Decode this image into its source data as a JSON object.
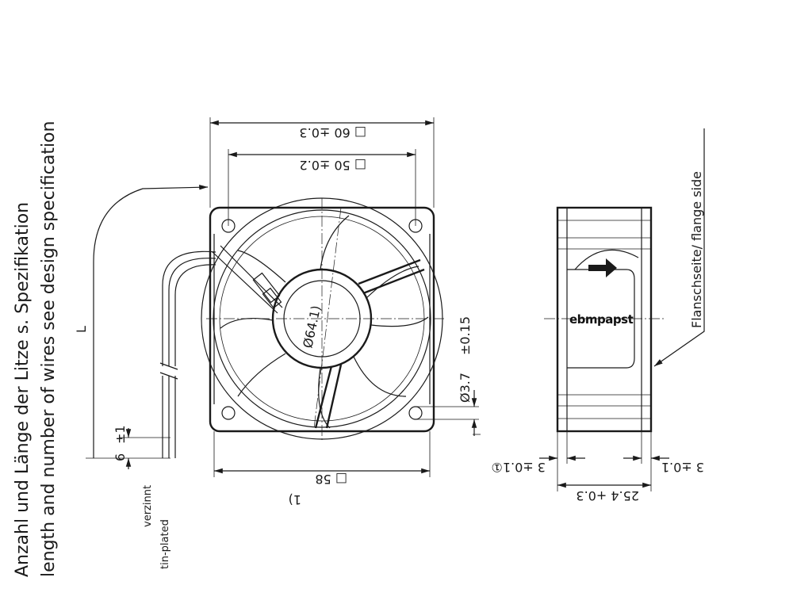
{
  "notes": {
    "wires_de": "Anzahl und Länge der Litze s. Spezifikation",
    "wires_en": "length and number of wires see design specification",
    "tin_de": "verzinnt",
    "tin_en": "tin-plated",
    "flange": "Flanschseite/ flange side"
  },
  "dimensions": {
    "outer": "□ 60 ±0.3",
    "hole_pitch": "□ 50 ±0.2",
    "body": "□ 58",
    "body_note": "1)",
    "hub": "Ø64.1)",
    "hole_dia": "Ø3.7",
    "hole_tol": "±0.15",
    "wire_len": "L",
    "strip": "6",
    "strip_tol": "±1",
    "flange_left": "3 ±0.1①",
    "flange_right": "3 ±0.1",
    "depth": "25.4 +0.3"
  },
  "brand": "ebmpapst",
  "colors": {
    "line": "#1a1a1a",
    "background": "#ffffff"
  }
}
